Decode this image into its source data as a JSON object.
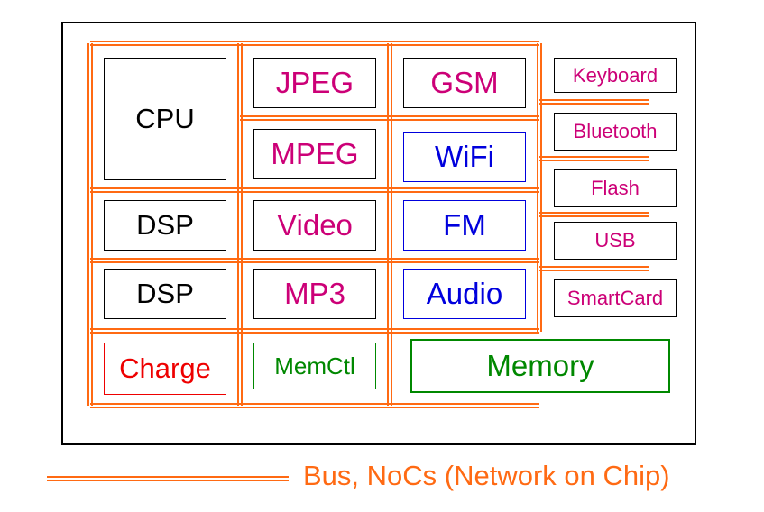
{
  "colors": {
    "bus": "#ff6a13",
    "black": "#000000",
    "magenta": "#cc0077",
    "blue": "#0000dd",
    "red": "#ee0000",
    "green": "#008800"
  },
  "blocks": {
    "cpu": "CPU",
    "jpeg": "JPEG",
    "gsm": "GSM",
    "keyboard": "Keyboard",
    "bluetooth": "Bluetooth",
    "mpeg": "MPEG",
    "wifi": "WiFi",
    "flash": "Flash",
    "dsp1": "DSP",
    "video": "Video",
    "fm": "FM",
    "usb": "USB",
    "dsp2": "DSP",
    "mp3": "MP3",
    "audio": "Audio",
    "smartcard": "SmartCard",
    "charge": "Charge",
    "memctl": "MemCtl",
    "memory": "Memory"
  },
  "legend": {
    "label": "Bus, NoCs (Network on Chip)"
  }
}
